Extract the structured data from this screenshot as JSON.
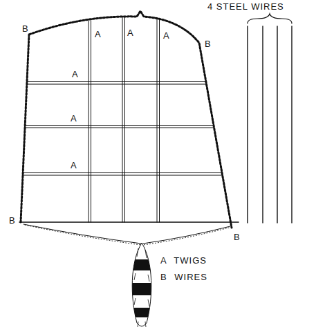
{
  "diagram": {
    "labels": [
      "B",
      "4 STEEL WIRES",
      "A",
      "A",
      "A",
      "B",
      "A",
      "A",
      "A",
      "B",
      "B"
    ],
    "legend": [
      {
        "text": "A TWIGS"
      },
      {
        "text": "B WIRES"
      }
    ]
  }
}
